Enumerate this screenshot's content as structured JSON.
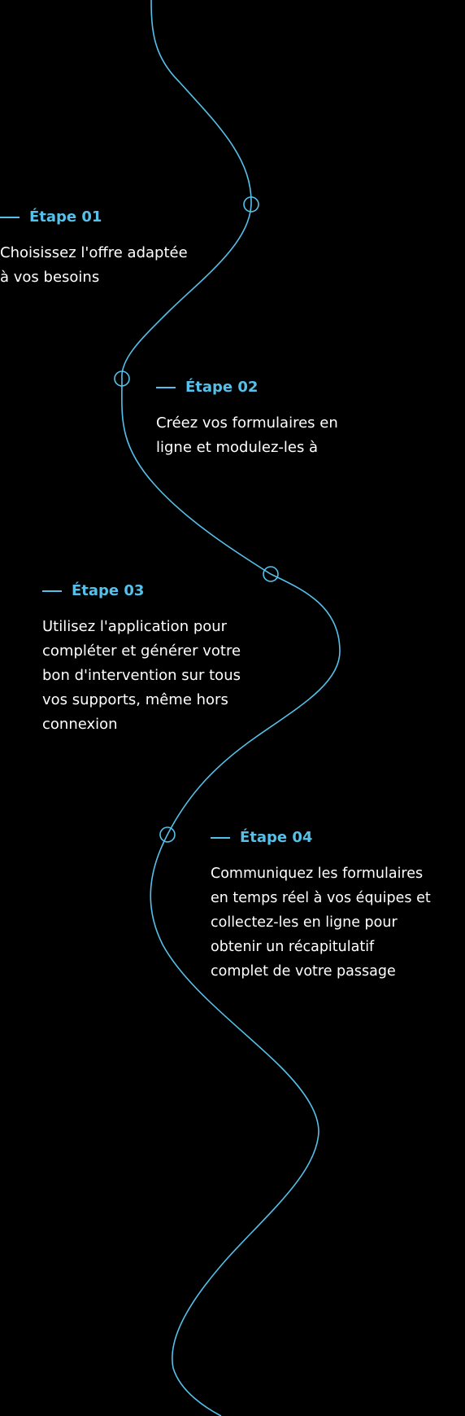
{
  "colors": {
    "accent": "#55c1ea",
    "background": "#000000",
    "text": "#ffffff"
  },
  "steps": [
    {
      "label": "Étape 01",
      "lines": [
        "Choisissez l'offre adaptée",
        "à vos besoins"
      ]
    },
    {
      "label": "Étape 02",
      "lines": [
        "Créez vos formulaires en",
        "ligne et modulez-les à"
      ]
    },
    {
      "label": "Étape 03",
      "lines": [
        "Utilisez l'application pour",
        "compléter et générer votre",
        "bon d'intervention sur tous",
        "vos supports, même hors",
        "connexion"
      ]
    },
    {
      "label": "Étape 04",
      "lines": [
        "Communiquez les formulaires",
        "en temps réel à vos équipes et",
        "collectez-les en ligne pour",
        "obtenir un récapitulatif",
        "complet de votre passage"
      ]
    }
  ]
}
